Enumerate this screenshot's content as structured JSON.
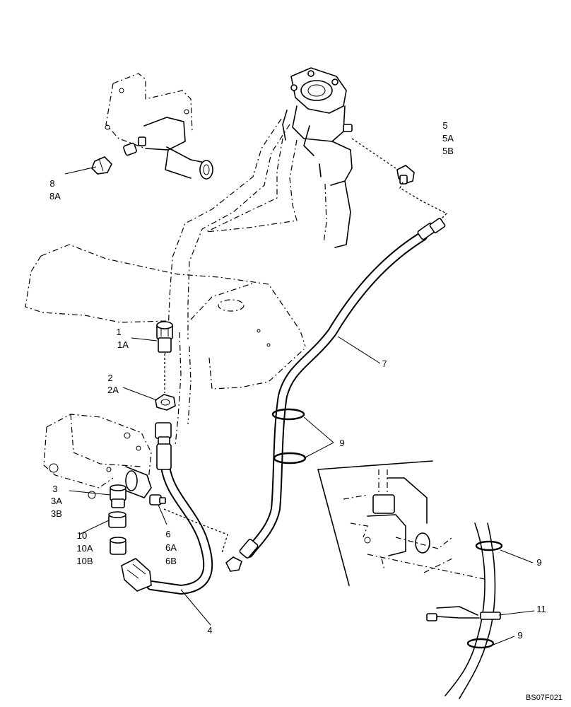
{
  "diagram": {
    "drawing_code": "BS07F021",
    "callouts": {
      "c1": [
        "1",
        "1A"
      ],
      "c2": [
        "2",
        "2A"
      ],
      "c3": [
        "3",
        "3A",
        "3B"
      ],
      "c4": [
        "4"
      ],
      "c5": [
        "5",
        "5A",
        "5B"
      ],
      "c6": [
        "6",
        "6A",
        "6B"
      ],
      "c7": [
        "7"
      ],
      "c8": [
        "8",
        "8A"
      ],
      "c9a": [
        "9"
      ],
      "c9b": [
        "9"
      ],
      "c9c": [
        "9"
      ],
      "c10": [
        "10",
        "10A",
        "10B"
      ],
      "c11": [
        "11"
      ]
    }
  }
}
